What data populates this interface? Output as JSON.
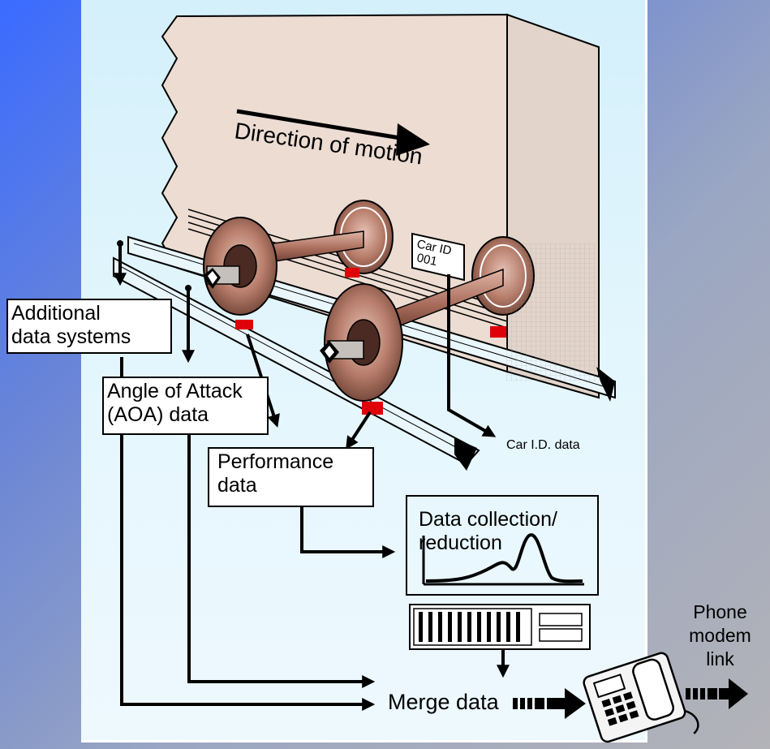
{
  "labels": {
    "direction": "Direction of motion",
    "car_id_tag_line1": "Car ID",
    "car_id_tag_line2": "001",
    "additional_line1": "Additional",
    "additional_line2": "data systems",
    "aoa_line1": "Angle of Attack",
    "aoa_line2": "(AOA) data",
    "performance_line1": "Performance",
    "performance_line2": "data",
    "car_id_data": "Car I.D. data",
    "collection_line1": "Data collection/",
    "collection_line2": "reduction",
    "merge": "Merge data",
    "phone_line1": "Phone",
    "phone_line2": "modem",
    "phone_line3": "link"
  },
  "colors": {
    "background_blue": "#3a6bff",
    "panel": "#d4f0fb",
    "car_body": "#ecdcd2",
    "wheel": "#b07866",
    "sensor": "#e0000a"
  }
}
